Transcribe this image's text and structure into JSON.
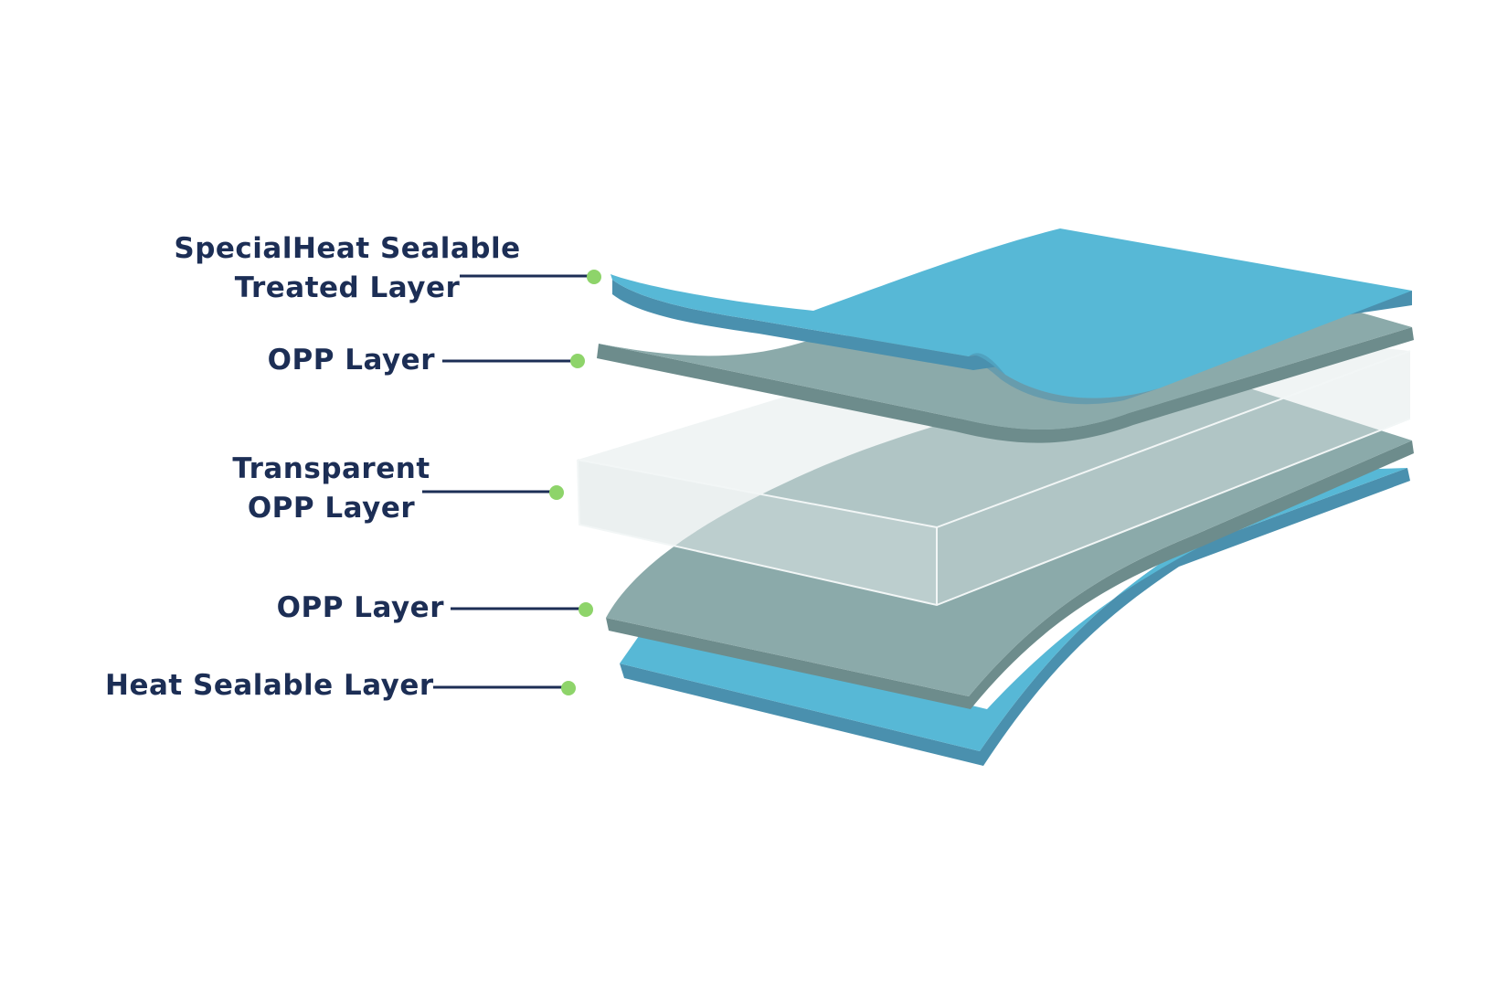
{
  "colors": {
    "label_text": "#1c2e55",
    "leader_line": "#1c2e55",
    "marker_dot": "#8ed46a",
    "heat_sealable_blue": "#57b8d6",
    "heat_sealable_edge": "#4a90ae",
    "opp_gray": "#8baaaa",
    "opp_edge": "#6d8c8c",
    "transparent_fill": "#dde6e6",
    "transparent_edge": "#c3d1d1",
    "background": "#ffffff"
  },
  "layers": [
    {
      "id": "special-heat-sealable",
      "label_lines": [
        "SpecialHeat Sealable",
        "Treated Layer"
      ],
      "icon": "dot-marker"
    },
    {
      "id": "opp-upper",
      "label_lines": [
        "OPP Layer"
      ],
      "icon": "dot-marker"
    },
    {
      "id": "transparent-opp",
      "label_lines": [
        "Transparent",
        "OPP Layer"
      ],
      "icon": "dot-marker"
    },
    {
      "id": "opp-lower",
      "label_lines": [
        "OPP Layer"
      ],
      "icon": "dot-marker"
    },
    {
      "id": "heat-sealable",
      "label_lines": [
        "Heat Sealable Layer"
      ],
      "icon": "dot-marker"
    }
  ]
}
